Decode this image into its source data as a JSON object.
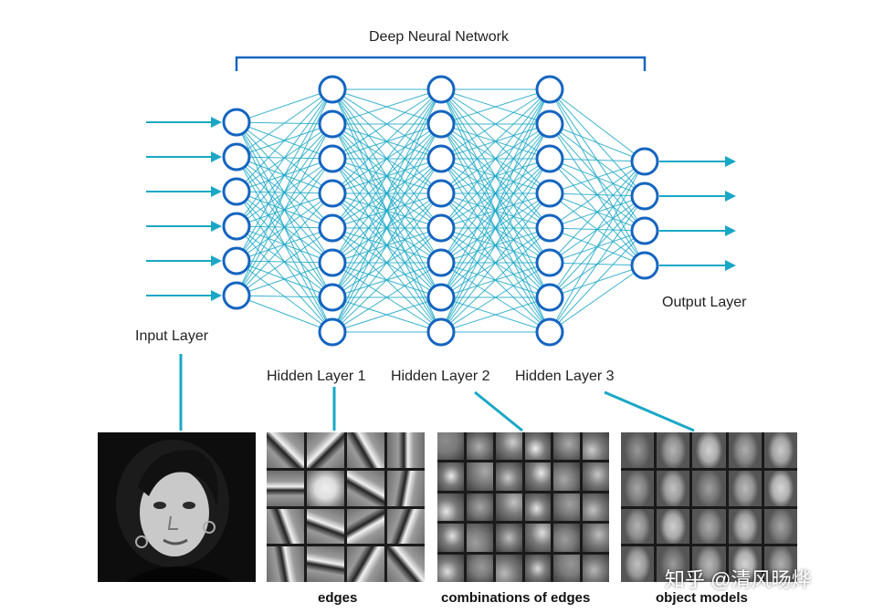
{
  "title": "Deep Neural Network",
  "layers": {
    "input_label": "Input Layer",
    "hidden1_label": "Hidden Layer 1",
    "hidden2_label": "Hidden Layer 2",
    "hidden3_label": "Hidden Layer 3",
    "output_label": "Output Layer"
  },
  "network": {
    "node_counts": [
      6,
      8,
      8,
      8,
      4
    ],
    "input_arrows": 6,
    "output_arrows": 4
  },
  "captions": {
    "edges": "edges",
    "combinations": "combinations of edges",
    "objects": "object models"
  },
  "watermark": "知乎 @清风旸烨",
  "colors": {
    "accent": "#1aa7c6",
    "node_stroke": "#1565c0",
    "bracket": "#1565c0"
  }
}
